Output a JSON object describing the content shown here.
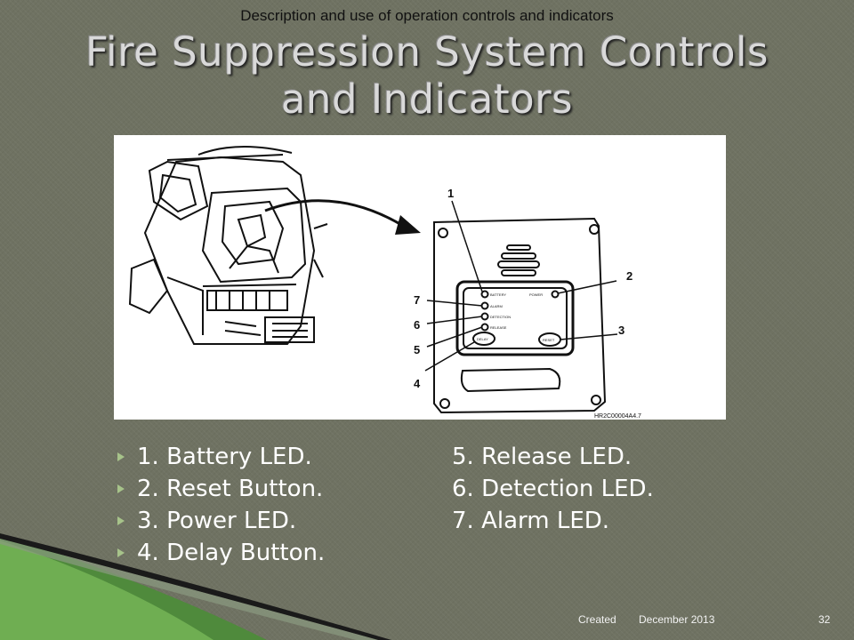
{
  "header": {
    "subtitle": "Description and use of operation controls and indicators",
    "title_line1": "Fire Suppression System Controls",
    "title_line2": "and Indicators"
  },
  "figure": {
    "callouts": [
      "1",
      "2",
      "3",
      "4",
      "5",
      "6",
      "7"
    ],
    "panel_labels": {
      "battery": "BATTERY",
      "power": "POWER",
      "alarm": "ALARM",
      "detection": "DETECTION",
      "release": "RELEASE",
      "delay": "DELAY",
      "reset": "RESET"
    },
    "ref_code": "HR2C00004A4.7"
  },
  "legend": {
    "left": [
      "1. Battery LED.",
      "2. Reset Button.",
      "3. Power LED.",
      "4. Delay Button."
    ],
    "right": [
      "5. Release LED.",
      "6. Detection LED.",
      "7. Alarm LED."
    ]
  },
  "footer": {
    "created": "Created",
    "date": "December 2013",
    "page": "32"
  },
  "colors": {
    "background": "#6f7262",
    "bullet": "#a7c38a",
    "title": "#d9d9d9",
    "swoosh_green": "#5f9e46"
  }
}
